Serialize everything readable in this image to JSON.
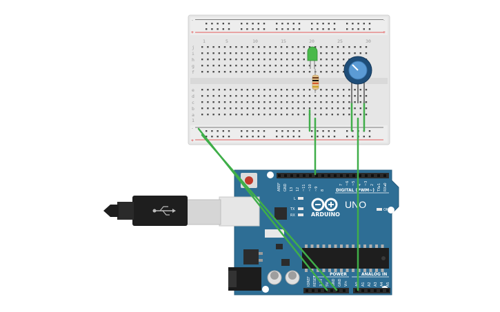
{
  "breadboard": {
    "rows_top": [
      "j",
      "i",
      "h",
      "g",
      "f"
    ],
    "rows_bottom": [
      "e",
      "d",
      "c",
      "b",
      "a"
    ],
    "columns": [
      "1",
      "5",
      "10",
      "15",
      "20",
      "25",
      "30"
    ],
    "rail_minus": "-",
    "rail_plus": "+"
  },
  "arduino": {
    "model": "UNO",
    "brand": "ARDUINO",
    "digital_label": "DIGITAL (PWM~)",
    "power_label": "POWER",
    "analog_label": "ANALOG IN",
    "on_label": "ON",
    "led_l": "L",
    "led_tx": "TX",
    "led_rx": "RX",
    "digital_pins": [
      "AREF",
      "GND",
      "13",
      "12",
      "~11",
      "~10",
      "~9",
      "8",
      "7",
      "~6",
      "~5",
      "4",
      "~3",
      "2",
      "TX▸1",
      "RX◂0"
    ],
    "power_pins": [
      "IOREF",
      "RESET",
      "3.3V",
      "5V",
      "GND",
      "GND",
      "Vin"
    ],
    "analog_pins": [
      "A0",
      "A1",
      "A2",
      "A3",
      "A4",
      "A5"
    ]
  },
  "colors": {
    "board": "#2e6e95",
    "wire": "#3fae49",
    "led": "#49b94a",
    "breadboard": "#e8e8e8",
    "rail_red": "#e02a2a",
    "pot": "#1f4e79"
  }
}
